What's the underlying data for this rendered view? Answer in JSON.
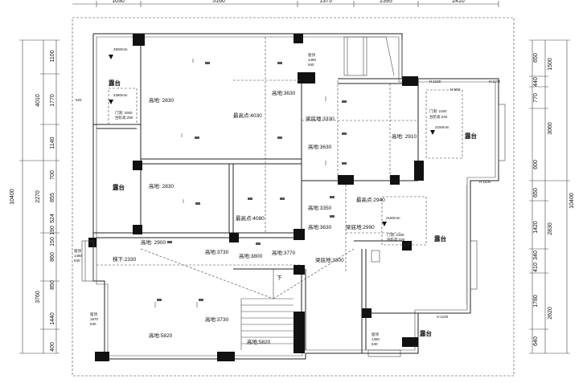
{
  "dims": {
    "top": [
      "1030",
      "5160",
      "1375",
      "2395",
      "2410"
    ],
    "left": [
      "1100",
      "4010",
      "1770",
      "1140",
      "10400",
      "2270",
      "700",
      "855",
      "524",
      "190",
      "150",
      "860",
      "3760",
      "850",
      "1440",
      "400"
    ],
    "right": [
      "650",
      "1500",
      "440",
      "770",
      "3060",
      "600",
      "650",
      "10400",
      "2830",
      "1420",
      "340",
      "410",
      "1780",
      "2620",
      "640"
    ]
  },
  "rooms": {
    "balcony": "露台",
    "hgt_2830": "高地: 2830",
    "hgt_3630": "高地:3630",
    "hgt_2910": "高地: 2910",
    "hgt_3350": "高地:3350",
    "hgt_3800": "高地:3800",
    "hgt_3770": "高地:3770",
    "hgt_3730": "高地:3730",
    "hgt_5820": "高地:5820",
    "hgt_2900": "高地: 2900",
    "max_4030": "最高点:4030",
    "max_4080": "最高点:4080",
    "max_2940": "最高点:2940",
    "beam_3330": "梁底地:3330",
    "beam_2990": "梁底地:2990",
    "beam_3300": "梁底地:3300",
    "stair_2330": "梯下:2330",
    "down": "下"
  },
  "notes": {
    "dim_2900mm": "2900mm",
    "dim_2380mm": "2380mm",
    "dim_2150mm": "2150mm",
    "dim_2180mm": "2180mm",
    "door_2000": "门洞: 2000",
    "door_2160": "门洞: 2160",
    "door_2150": "门洞: 2150",
    "sill_280": "台阶高:280",
    "sill_240": "台阶高:240",
    "sill_230": "台阶高:230",
    "h_1100": "H:1100",
    "h_1100_label": "H:1100",
    "h_1100_b": "H:1100",
    "h_1100_c": "H:1100",
    "hm_500": "H:500",
    "win_a": "窗顶",
    "win_a2": "1480",
    "win_a3": "940",
    "win_b": "窗顶",
    "win_b2": "1480",
    "win_b3": "940",
    "win_c": "窗顶",
    "win_c2": "1670",
    "win_c3": "630",
    "win_d": "窗顶",
    "win_d2": "1480",
    "win_d3": "630",
    "left_520": "520",
    "r0980": "0980"
  }
}
